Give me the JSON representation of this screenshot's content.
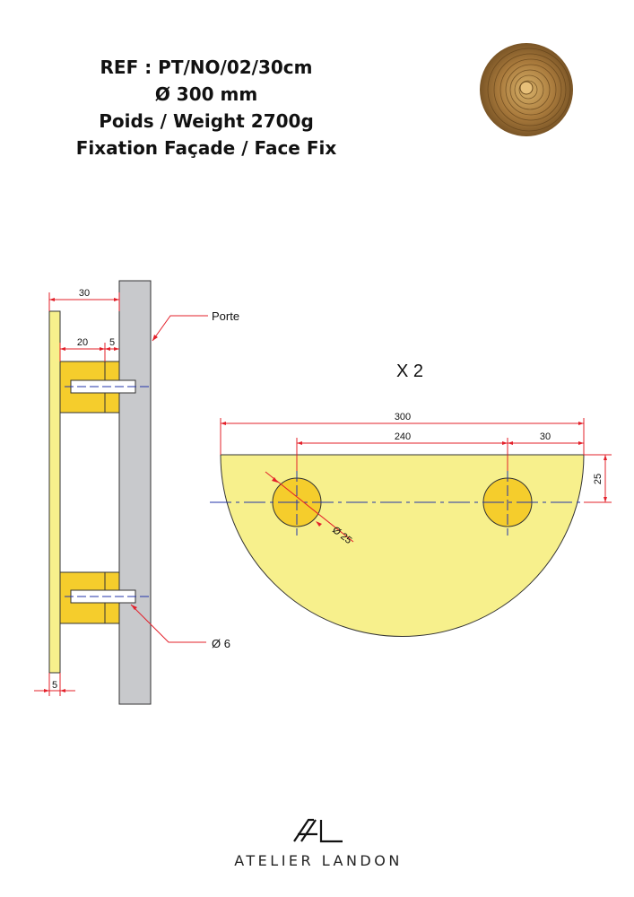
{
  "header": {
    "ref": "REF : PT/NO/02/30cm",
    "diameter": "Ø 300 mm",
    "weight": "Poids /  Weight 2700g",
    "fixation": "Fixation Façade / Face Fix"
  },
  "side_view": {
    "dim_total": "30",
    "dim_spacer": "20",
    "dim_gap": "5",
    "dim_plate": "5",
    "door_label": "Porte",
    "screw_label": "Ø 6"
  },
  "front_view": {
    "quantity": "X 2",
    "dim_width": "300",
    "dim_holes": "240",
    "dim_edge": "30",
    "dim_height": "25",
    "hole_label": "Ø 25"
  },
  "brand": {
    "name": "ATELIER LANDON"
  },
  "colors": {
    "plate": "#f7f08c",
    "spacer": "#f5cd2c",
    "door": "#c8c9cc",
    "dimension": "#e3202a",
    "axis": "#2233aa"
  }
}
